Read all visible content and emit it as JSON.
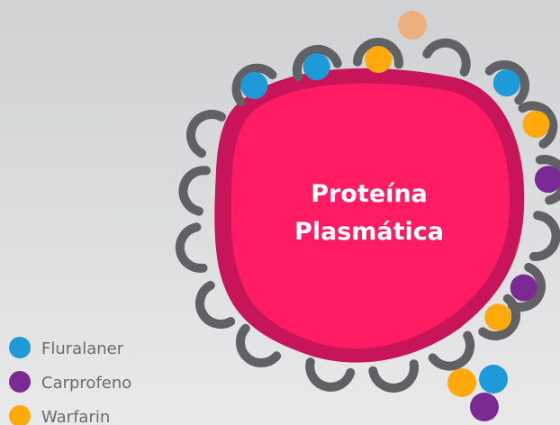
{
  "protein": {
    "label_line1": "Proteína",
    "label_line2": "Plasmática",
    "fill_color": "#ff1c62",
    "border_color": "#c8155a"
  },
  "binding_site_color": "#606065",
  "drugs": [
    {
      "name": "Fluralaner",
      "color": "#1e9ad9"
    },
    {
      "name": "Carprofeno",
      "color": "#7b2a93"
    },
    {
      "name": "Warfarin",
      "color": "#ffaa0c"
    }
  ],
  "unbound_extra_color": "#eeaf7e"
}
